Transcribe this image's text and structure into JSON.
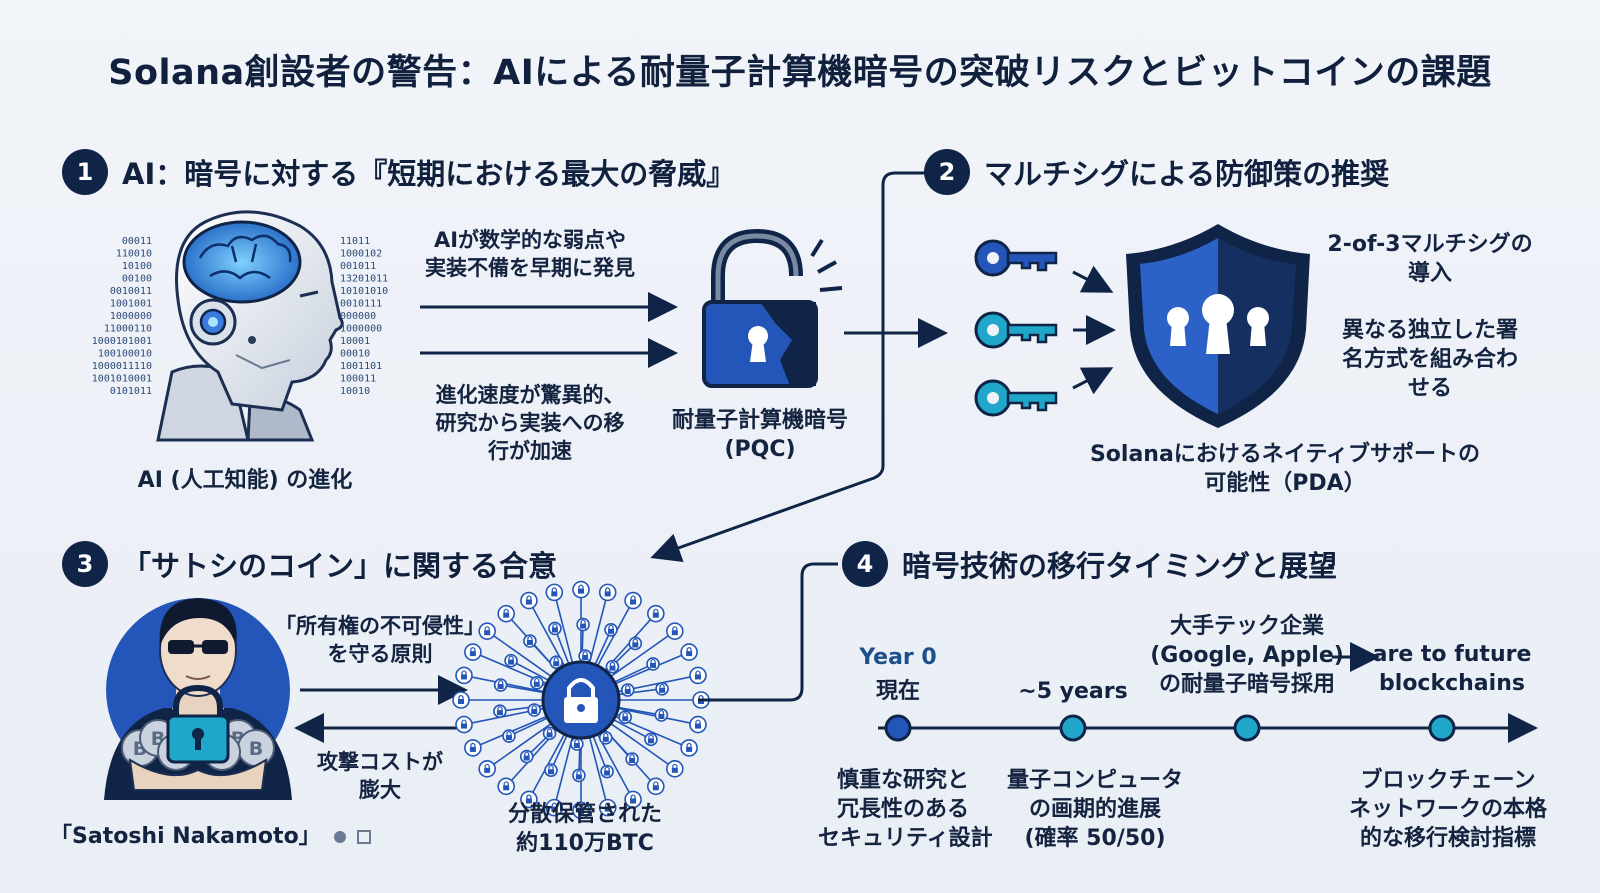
{
  "title": "Solana創設者の警告：AIによる耐量子計算機暗号の突破リスクとビットコインの課題",
  "sections": [
    {
      "num": "1",
      "title": "AI：暗号に対する『短期における最大の脅威』"
    },
    {
      "num": "2",
      "title": "マルチシグによる防御策の推奨"
    },
    {
      "num": "3",
      "title": "「サトシのコイン」に関する合意"
    },
    {
      "num": "4",
      "title": "暗号技術の移行タイミングと展望"
    }
  ],
  "s1": {
    "arrow_top_line1": "AIが数学的な弱点や",
    "arrow_top_line2": "実装不備を早期に発見",
    "arrow_bottom_line1": "進化速度が驚異的、",
    "arrow_bottom_line2": "研究から実装への移",
    "arrow_bottom_line3": "行が加速",
    "ai_label": "AI (人工知能) の進化",
    "lock_line1": "耐量子計算機暗号",
    "lock_line2": "(PQC)",
    "binary_left": [
      "00011",
      "110010",
      "10100",
      "00100",
      "0010011",
      "1001001",
      "1000000",
      "11000110",
      "1000101001",
      "100100010",
      "1000011110",
      "1001010001",
      "0101011"
    ],
    "binary_right": [
      "11011",
      "1000102",
      "001011",
      "13201011",
      "10101010",
      "0010111",
      "000000",
      "1000000",
      "10001",
      "00010",
      "1001101",
      "100011",
      "10010"
    ]
  },
  "s2": {
    "note1_line1": "2-of-3マルチシグの",
    "note1_line2": "導入",
    "note2_line1": "異なる独立した署",
    "note2_line2": "名方式を組み合わ",
    "note2_line3": "せる",
    "support_line1": "Solanaにおけるネイティブサポートの",
    "support_line2": "可能性（PDA）"
  },
  "s3": {
    "right_line1": "「所有権の不可侵性」",
    "right_line2": "を守る原則",
    "left_line1": "攻撃コストが",
    "left_line2": "膨大",
    "satoshi_label": "「Satoshi Nakamoto」",
    "coin_char": "B",
    "btc_line1": "分散保管された",
    "btc_line2": "約110万BTC"
  },
  "s4": {
    "year0": "Year 0",
    "now": "現在",
    "five_years": "~5 years",
    "bigtech_line1": "大手テック企業",
    "bigtech_line2": "(Google, Apple)",
    "bigtech_line3": "の耐量子暗号採用",
    "future_line1": "are to future",
    "future_line2": "blockchains",
    "b1_line1": "慎重な研究と",
    "b1_line2": "冗長性のある",
    "b1_line3": "セキュリティ設計",
    "b2_line1": "量子コンピュータ",
    "b2_line2": "の画期的進展",
    "b2_line3": "(確率 50/50)",
    "b3_line1": "ブロックチェーン",
    "b3_line2": "ネットワークの本格",
    "b3_line3": "的な移行検討指標"
  },
  "colors": {
    "navy": "#0f2447",
    "blue": "#2356b8",
    "teal": "#1fa6c9",
    "dark": "#10203d"
  }
}
